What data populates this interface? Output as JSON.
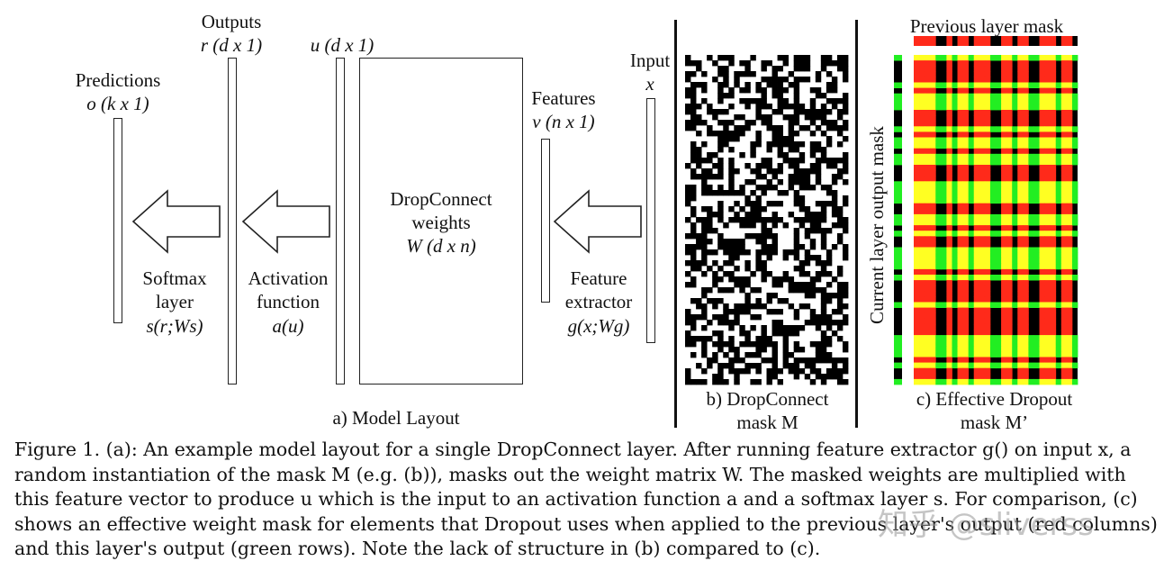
{
  "model": {
    "predictions_title": "Predictions",
    "predictions_dim": "o (k x 1)",
    "outputs_title": "Outputs",
    "outputs_dim": "r (d x 1)",
    "u_dim": "u (d x 1)",
    "weights_line1": "DropConnect",
    "weights_line2": "weights",
    "weights_line3": "W (d x n)",
    "features_title": "Features",
    "features_dim": "v (n x 1)",
    "input_title": "Input",
    "input_var": "x",
    "softmax_line1": "Softmax",
    "softmax_line2": "layer",
    "softmax_fn": "s(r;Ws)",
    "activation_line1": "Activation",
    "activation_line2": "function",
    "activation_fn": "a(u)",
    "extractor_line1": "Feature",
    "extractor_line2": "extractor",
    "extractor_fn": "g(x;Wg)",
    "panel_label": "a) Model Layout"
  },
  "mask_b": {
    "line1": "b) DropConnect",
    "line2": "mask M"
  },
  "mask_c": {
    "top_label": "Previous layer mask",
    "side_label": "Current layer output mask",
    "line1": "c) Effective Dropout",
    "line2": "mask M’"
  },
  "colors": {
    "red": "#ff2a1a",
    "green": "#22ee22",
    "yellow": "#ffff22",
    "black": "#000000"
  },
  "caption": {
    "lines": [
      "Figure 1. (a): An example model layout for a single DropConnect layer. After running feature extractor g() on input x, a",
      "random instantiation of the mask M (e.g. (b)), masks out the weight matrix W. The masked weights are multiplied with",
      "this feature vector to produce u which is the input to an activation function a and a softmax layer s. For comparison, (c)",
      "shows an effective weight mask for elements that Dropout uses when applied to the previous layer's output (red columns)",
      "and this layer's output (green rows). Note the lack of structure in (b) compared to (c)."
    ]
  },
  "watermark": "知乎 @sliverss"
}
